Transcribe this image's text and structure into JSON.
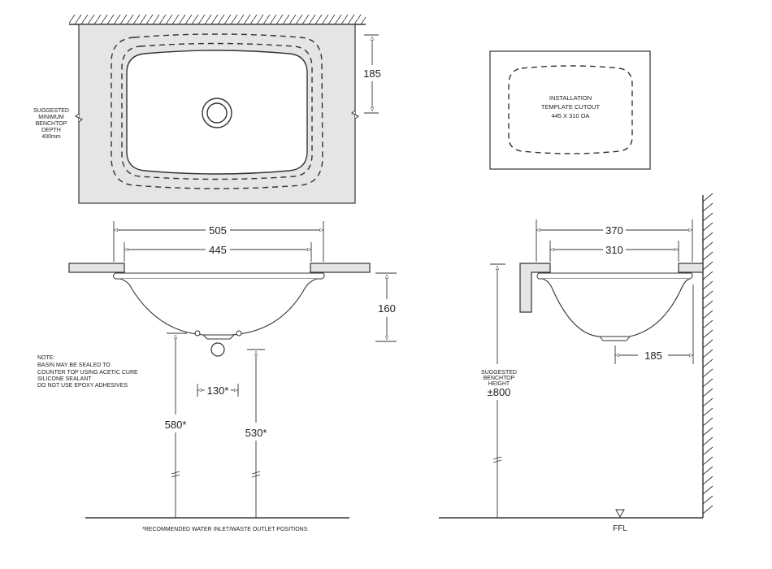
{
  "plan_view": {
    "benchtop_depth_label": [
      "SUGGESTED",
      "MINIMUM",
      "BENCHTOP",
      "DEPTH",
      "400mm"
    ],
    "dim_185": "185"
  },
  "template": {
    "lines": [
      "INSTALLATION",
      "TEMPLATE CUTOUT",
      "445 X 310 OA"
    ]
  },
  "front_section": {
    "dim_505": "505",
    "dim_445": "445",
    "dim_160": "160",
    "dim_130": "130*",
    "dim_580": "580*",
    "dim_530": "530*",
    "note": [
      "NOTE:",
      "BASIN MAY BE SEALED TO",
      "COUNTER TOP USING ACETIC CURE",
      "SILICONE SEALANT",
      "DO NOT USE EPOXY ADHESIVES"
    ],
    "footnote": "*RECOMMENDED WATER INLET/WASTE OUTLET POSITIONS"
  },
  "side_section": {
    "dim_370": "370",
    "dim_310": "310",
    "dim_185": "185",
    "height_label": [
      "SUGGESTED",
      "BENCHTOP",
      "HEIGHT"
    ],
    "height_value": "±800",
    "ffl": "FFL"
  }
}
